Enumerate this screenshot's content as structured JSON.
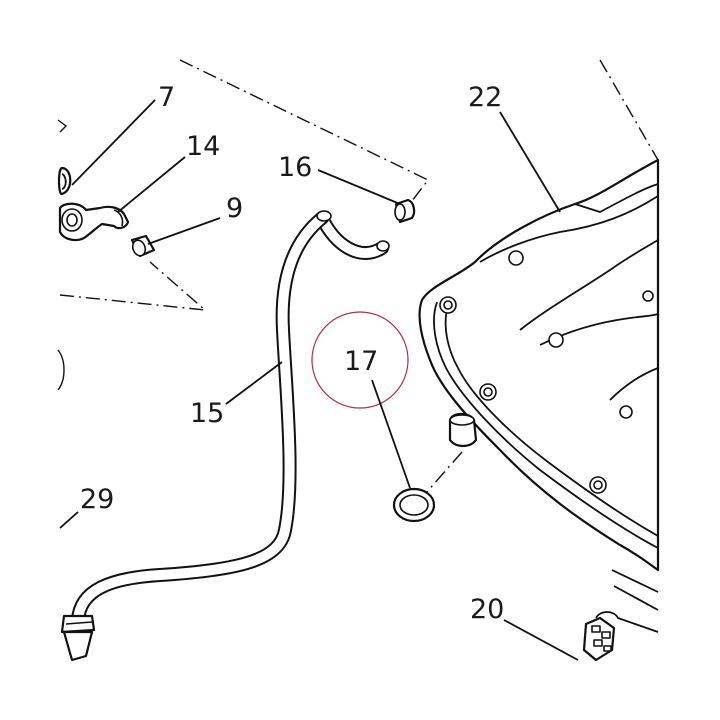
{
  "diagram": {
    "callouts": {
      "c7": "7",
      "c14": "14",
      "c9": "9",
      "c16": "16",
      "c22": "22",
      "c17": "17",
      "c15": "15",
      "c29": "29",
      "c20": "20"
    },
    "highlight_color": "#b0304a"
  }
}
